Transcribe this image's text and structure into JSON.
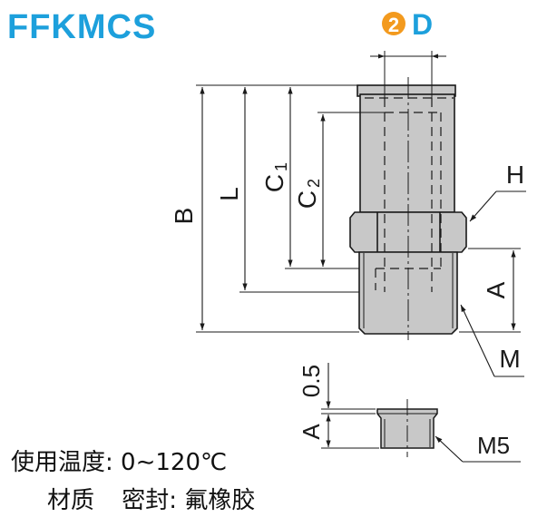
{
  "title": "FFKMCS",
  "colors": {
    "title": "#1da0dc",
    "accent_circle": "#f39a1e",
    "accent_letter": "#1da0dc",
    "part_fill": "#c8c8c8",
    "line": "#1a1a1a"
  },
  "diameter": {
    "badge_number": "2",
    "label": "D"
  },
  "dimensions": {
    "B": "B",
    "L": "L",
    "C1_main": "C",
    "C1_sub": "1",
    "C2_main": "C",
    "C2_sub": "2",
    "H": "H",
    "A_upper": "A",
    "M": "M",
    "gap": "0.5",
    "A_lower": "A",
    "M5": "M5"
  },
  "specs": {
    "temperature_label": "使用温度:",
    "temperature_value": "0∼120℃",
    "material_label": "材质",
    "seal_label": "密封:",
    "seal_value": "氟橡胶"
  }
}
